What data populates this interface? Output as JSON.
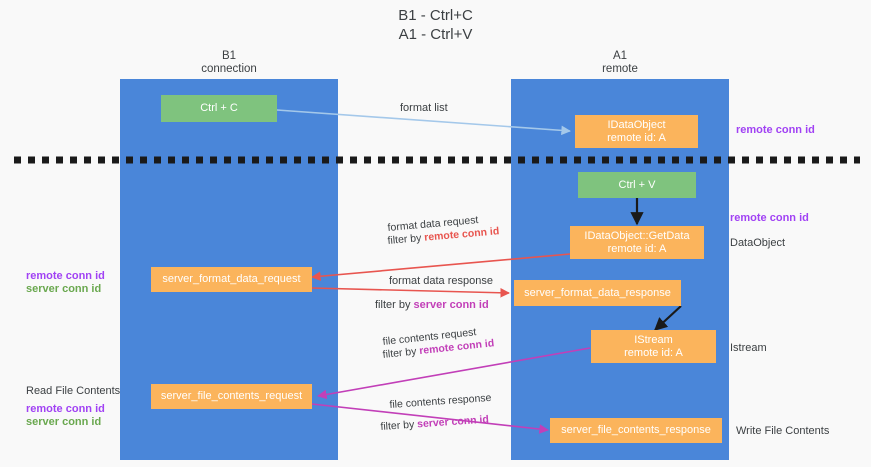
{
  "diagram": {
    "title": "B1 - Ctrl+C\nA1 - Ctrl+V",
    "columns": [
      {
        "id": "b1",
        "header": "B1\nconnection"
      },
      {
        "id": "a1",
        "header": "A1\nremote"
      }
    ],
    "colors": {
      "column_fill": "#4a86d9",
      "box_green": "#7fc37e",
      "box_orange": "#fbb45c",
      "accent_purple": "#a142f4",
      "accent_green": "#6aa84f",
      "accent_magenta": "#c23fb8",
      "arrow_blue": "#a4c8ea",
      "arrow_red": "#e8554f",
      "arrow_magenta": "#c23fb8",
      "arrow_black": "#1a1a1a",
      "divider": "#1a1a1a",
      "background": "#f9f9f9",
      "text": "#3c4043"
    },
    "boxes": {
      "ctrl_c": "Ctrl + C",
      "ctrl_v": "Ctrl + V",
      "idataobject_line1": "IDataObject",
      "idataobject_line2": "remote id: A",
      "getdata_line1": "IDataObject::GetData",
      "getdata_line2": "remote id: A",
      "istream_line1": "IStream",
      "istream_line2": "remote id: A",
      "server_format_data_request": "server_format_data_request",
      "server_format_data_response": "server_format_data_response",
      "server_file_contents_request": "server_file_contents_request",
      "server_file_contents_response": "server_file_contents_response"
    },
    "edge_labels": {
      "format_list": "format list",
      "format_data_request": "format data request",
      "format_data_request_filter_prefix": "filter by ",
      "format_data_request_filter_key": "remote conn id",
      "format_data_response": "format data response",
      "format_data_response_filter_prefix": "filter by ",
      "format_data_response_filter_key": "server conn id",
      "file_contents_request": "file contents request",
      "file_contents_request_filter_prefix": "filter by ",
      "file_contents_request_filter_key": "remote conn id",
      "file_contents_response": "file contents response",
      "file_contents_response_filter_prefix": "filter by ",
      "file_contents_response_filter_key": "server conn id"
    },
    "side_labels": {
      "right_remote_conn_id_top": "remote conn id",
      "right_remote_conn_id_mid": "remote conn id",
      "right_dataobject": "DataObject",
      "right_istream": "Istream",
      "right_write_file_contents": "Write File Contents",
      "left_remote_conn_id_1": "remote conn id",
      "left_server_conn_id_1": "server conn id",
      "left_read_file_contents": "Read File Contents",
      "left_remote_conn_id_2": "remote conn id",
      "left_server_conn_id_2": "server conn id"
    }
  }
}
